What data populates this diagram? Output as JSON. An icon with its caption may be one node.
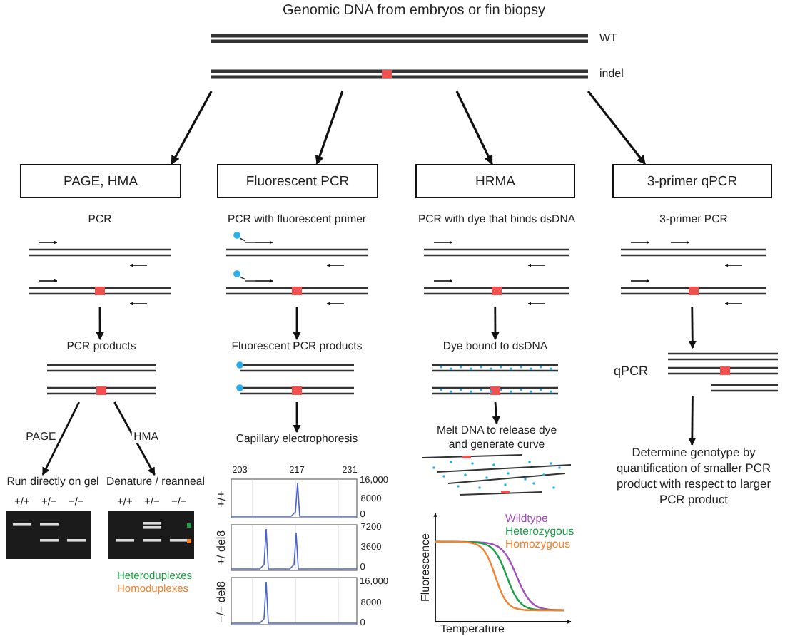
{
  "diagram": {
    "nodes": [
      {
        "text": [
          "Genomic DNA from embryos or fin biopsy"
        ],
        "beside": [
          "WT",
          "indel"
        ]
      },
      {
        "text": [
          "PAGE, HMA"
        ]
      },
      {
        "text": [
          "Fluorescent PCR"
        ]
      },
      {
        "text": [
          "HRMA"
        ]
      },
      {
        "text": [
          "3-primer qPCR"
        ]
      },
      {
        "text": [
          "PCR"
        ]
      },
      {
        "text": [
          "PCR products"
        ]
      },
      {
        "text": [
          "Run directly on gel"
        ],
        "beside": [
          "+/+",
          "+/−",
          "−/−"
        ]
      },
      {
        "text": [
          "Denature / reanneal"
        ],
        "beside": [
          "+/+",
          "+/−",
          "−/−",
          "Heteroduplexes",
          "Homoduplexes"
        ]
      },
      {
        "text": [
          "PCR with fluorescent primer"
        ]
      },
      {
        "text": [
          "Fluorescent PCR products"
        ]
      },
      {
        "text": [
          "Capillary electrophoresis"
        ]
      },
      {
        "text": [
          "PCR with dye that binds dsDNA"
        ]
      },
      {
        "text": [
          "Dye bound to dsDNA"
        ]
      },
      {
        "text": [
          "Melt DNA to release dye and generate curve"
        ]
      },
      {
        "text": [
          "3-primer PCR"
        ]
      },
      {
        "text": [
          "qPCR"
        ]
      },
      {
        "text": [
          "Determine genotype by quantification of smaller PCR product with respect to larger PCR product"
        ]
      }
    ],
    "edges": [
      {
        "from": 0,
        "to": 1,
        "arrow": "to"
      },
      {
        "from": 0,
        "to": 2,
        "arrow": "to"
      },
      {
        "from": 0,
        "to": 3,
        "arrow": "to"
      },
      {
        "from": 0,
        "to": 4,
        "arrow": "to"
      },
      {
        "from": 5,
        "to": 6,
        "arrow": "to"
      },
      {
        "from": 6,
        "to": 7,
        "arrow": "to",
        "label": "PAGE"
      },
      {
        "from": 6,
        "to": 8,
        "arrow": "to",
        "label": "HMA"
      },
      {
        "from": 9,
        "to": 10,
        "arrow": "to"
      },
      {
        "from": 10,
        "to": 11,
        "arrow": "to"
      },
      {
        "from": 12,
        "to": 13,
        "arrow": "to"
      },
      {
        "from": 13,
        "to": 14,
        "arrow": "to"
      },
      {
        "from": 15,
        "to": 16,
        "arrow": "to"
      },
      {
        "from": 16,
        "to": 17,
        "arrow": "to"
      }
    ],
    "labels": [
      "203",
      "217",
      "231",
      "+/+",
      "16,000",
      "8000",
      "0",
      "+/ del8",
      "7200",
      "3600",
      "0",
      "−/− del8",
      "16,000",
      "8000",
      "0",
      "Fluorescence",
      "Temperature"
    ],
    "legend": [
      {
        "text": "Wildtype",
        "color": "#a24fbf"
      },
      {
        "text": "Heterozygous",
        "color": "#1a9f46"
      },
      {
        "text": "Homozygous",
        "color": "#f5822f"
      }
    ]
  }
}
